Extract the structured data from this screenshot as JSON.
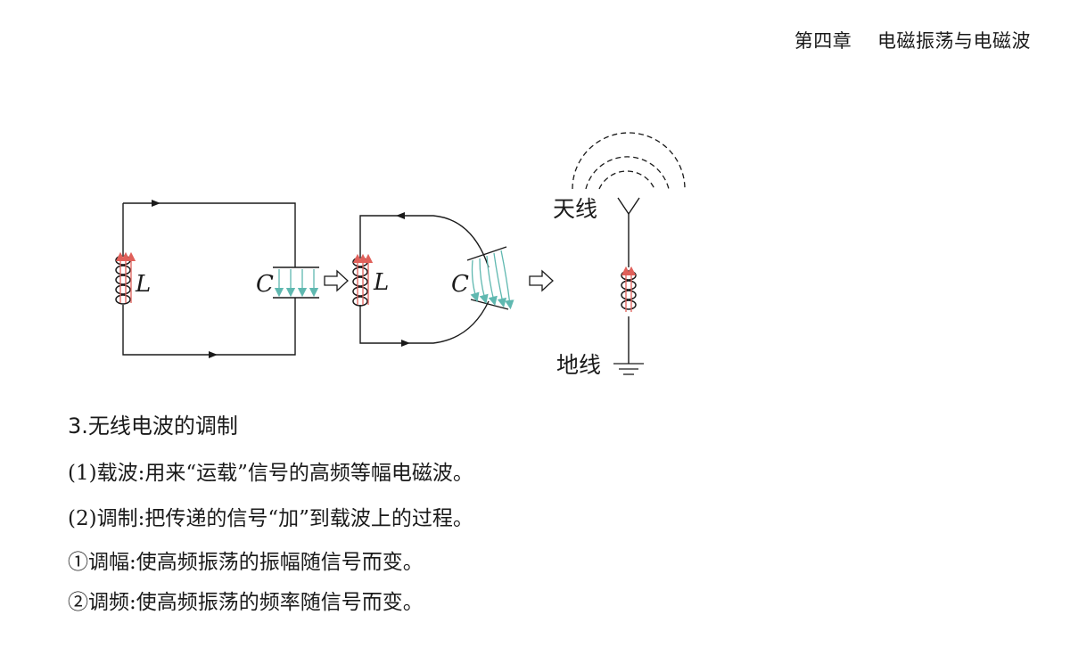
{
  "header": {
    "chapter_title": "第四章    电磁振荡与电磁波"
  },
  "diagram": {
    "inductor_label_1": "L",
    "capacitor_label_1": "C",
    "inductor_label_2": "L",
    "capacitor_label_2": "C",
    "antenna_label": "天线",
    "ground_label": "地线"
  },
  "section": {
    "heading": "3.无线电波的调制",
    "lines": [
      "(1)载波:用来“运载”信号的高频等幅电磁波。",
      "(2)调制:把传递的信号“加”到载波上的过程。",
      "①调幅:使高频振荡的振幅随信号而变。",
      "②调频:使高频振荡的频率随信号而变。"
    ]
  },
  "colors": {
    "ink": "#1a1a1a",
    "magnetic_field": "#e0605a",
    "electric_field": "#5fb8b0"
  }
}
